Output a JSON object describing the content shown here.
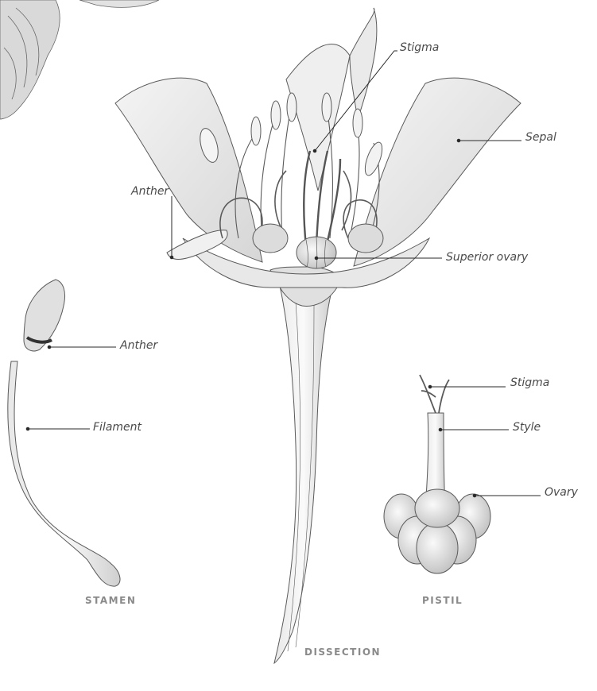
{
  "labels": {
    "stigma_top": "Stigma",
    "sepal": "Sepal",
    "anther_dissection": "Anther",
    "superior_ovary": "Superior ovary",
    "anther_stamen": "Anther",
    "filament": "Filament",
    "stigma_pistil": "Stigma",
    "style": "Style",
    "ovary": "Ovary"
  },
  "captions": {
    "stamen": "STAMEN",
    "pistil": "PISTIL",
    "dissection": "DISSECTION"
  },
  "colors": {
    "ink": "#5a5a5a",
    "leader": "#2a2a2a",
    "label": "#4a4a4a",
    "caption": "#8a8a8a",
    "shade": "#d8d8d8"
  }
}
